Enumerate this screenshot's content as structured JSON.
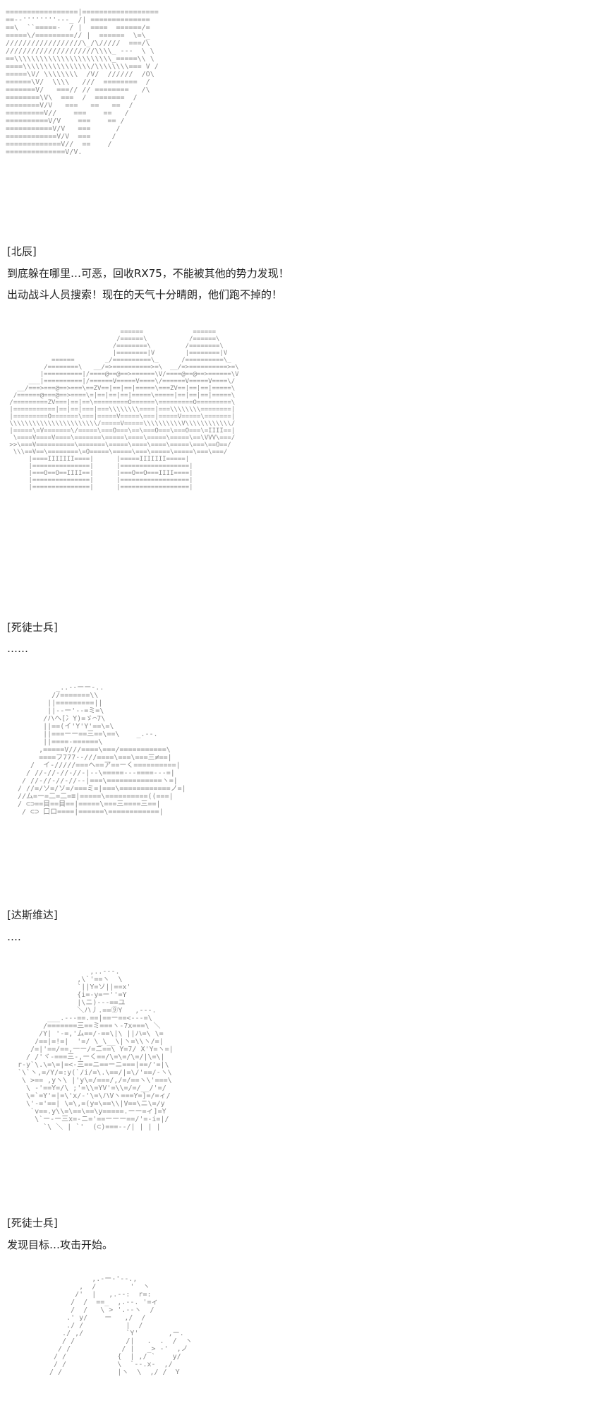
{
  "scenes": [
    {
      "speaker": "[北辰]",
      "lines": [
        "到底躲在哪里…可恶，回收RX75，不能被其他的势力发现！",
        "出动战斗人员搜索！现在的天气十分晴朗，他们跑不掉的！"
      ]
    },
    {
      "speaker": "[死徒士兵]",
      "lines": [
        "……"
      ]
    },
    {
      "speaker": "[达斯维达]",
      "lines": [
        "…."
      ]
    },
    {
      "speaker": "[死徒士兵]",
      "lines": [
        "发现目标…攻击开始。"
      ]
    }
  ]
}
